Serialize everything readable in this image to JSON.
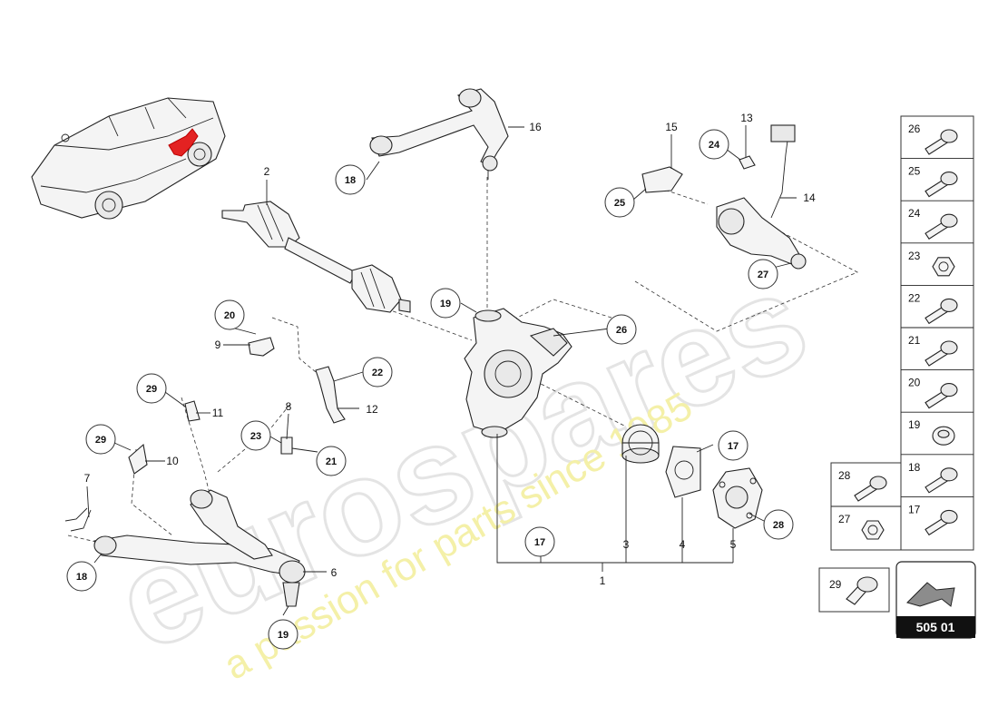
{
  "watermark": {
    "brand": "eurospares",
    "tagline": "a passion for parts since 1985"
  },
  "reference": "505 01",
  "callouts_plain": {
    "c1": "1",
    "c2": "2",
    "c3": "3",
    "c4": "4",
    "c5": "5",
    "c6": "6",
    "c7": "7",
    "c8": "8",
    "c9": "9",
    "c10": "10",
    "c11": "11",
    "c12": "12",
    "c13": "13",
    "c14": "14",
    "c15": "15",
    "c16": "16"
  },
  "callouts_circled": {
    "c17a": "17",
    "c17b": "17",
    "c18a": "18",
    "c18b": "18",
    "c19a": "19",
    "c19b": "19",
    "c20": "20",
    "c21": "21",
    "c22": "22",
    "c23": "23",
    "c24": "24",
    "c25": "25",
    "c26": "26",
    "c27": "27",
    "c28": "28",
    "c29a": "29",
    "c29b": "29"
  },
  "fastener_table": {
    "right_column": [
      "26",
      "25",
      "24",
      "23",
      "22",
      "21",
      "20",
      "19",
      "18",
      "17"
    ],
    "left_column": [
      "28",
      "27"
    ],
    "single": "29"
  }
}
